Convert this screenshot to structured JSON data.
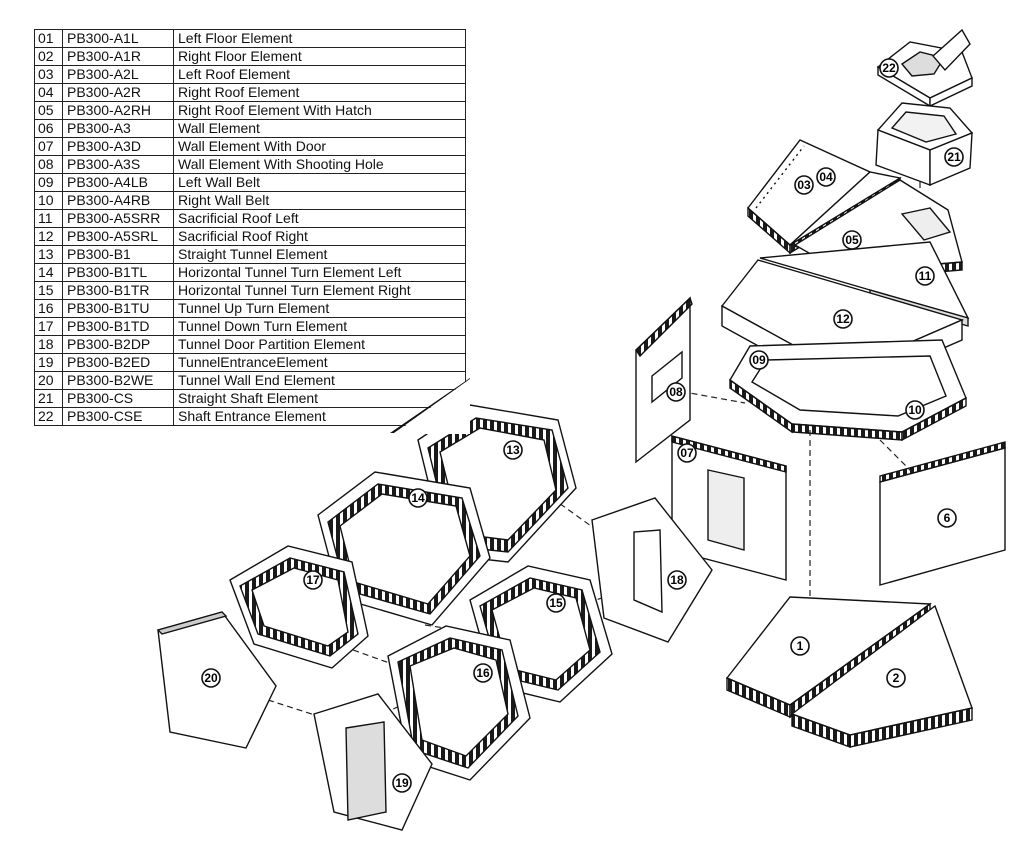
{
  "parts": [
    {
      "no": "01",
      "code": "PB300-A1L",
      "name": "Left Floor Element"
    },
    {
      "no": "02",
      "code": "PB300-A1R",
      "name": "Right Floor Element"
    },
    {
      "no": "03",
      "code": "PB300-A2L",
      "name": "Left Roof Element"
    },
    {
      "no": "04",
      "code": "PB300-A2R",
      "name": "Right Roof Element"
    },
    {
      "no": "05",
      "code": "PB300-A2RH",
      "name": "Right Roof Element With Hatch"
    },
    {
      "no": "06",
      "code": "PB300-A3",
      "name": "Wall Element"
    },
    {
      "no": "07",
      "code": "PB300-A3D",
      "name": "Wall Element With Door"
    },
    {
      "no": "08",
      "code": "PB300-A3S",
      "name": "Wall Element With Shooting Hole"
    },
    {
      "no": "09",
      "code": "PB300-A4LB",
      "name": "Left Wall Belt"
    },
    {
      "no": "10",
      "code": "PB300-A4RB",
      "name": "Right Wall Belt"
    },
    {
      "no": "11",
      "code": "PB300-A5SRR",
      "name": "Sacrificial Roof Left"
    },
    {
      "no": "12",
      "code": "PB300-A5SRL",
      "name": "Sacrificial Roof Right"
    },
    {
      "no": "13",
      "code": "PB300-B1",
      "name": "Straight Tunnel Element"
    },
    {
      "no": "14",
      "code": "PB300-B1TL",
      "name": "Horizontal Tunnel Turn Element Left"
    },
    {
      "no": "15",
      "code": "PB300-B1TR",
      "name": "Horizontal Tunnel Turn Element Right"
    },
    {
      "no": "16",
      "code": "PB300-B1TU",
      "name": "Tunnel Up Turn Element"
    },
    {
      "no": "17",
      "code": "PB300-B1TD",
      "name": "Tunnel Down Turn Element"
    },
    {
      "no": "18",
      "code": "PB300-B2DP",
      "name": "Tunnel Door Partition Element"
    },
    {
      "no": "19",
      "code": "PB300-B2ED",
      "name": "TunnelEntranceElement"
    },
    {
      "no": "20",
      "code": "PB300-B2WE",
      "name": "Tunnel Wall End Element"
    },
    {
      "no": "21",
      "code": "PB300-CS",
      "name": "Straight Shaft Element"
    },
    {
      "no": "22",
      "code": "PB300-CSE",
      "name": "Shaft Entrance Element"
    }
  ],
  "callouts": [
    "1",
    "2",
    "03",
    "04",
    "05",
    "6",
    "07",
    "08",
    "09",
    "10",
    "11",
    "12",
    "13",
    "14",
    "15",
    "16",
    "17",
    "18",
    "19",
    "20",
    "21",
    "22"
  ]
}
